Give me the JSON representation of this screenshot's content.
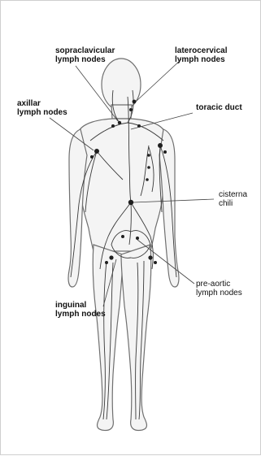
{
  "figure": {
    "subject": "human lymphatic system anatomy",
    "background_color": "#ffffff",
    "body_outline_color": "#6f6f6f",
    "vessel_color": "#3a3a3a",
    "node_color": "#1f1f1f",
    "leader_line_color": "#444444"
  },
  "labels": {
    "supraclavicular": {
      "line1": "sopraclavicular",
      "line2": "lymph nodes"
    },
    "laterocervical": {
      "line1": "laterocervical",
      "line2": "lymph nodes"
    },
    "axillar": {
      "line1": "axillar",
      "line2": "lymph nodes"
    },
    "thoracic_duct": {
      "line1": "toracic duct"
    },
    "cisterna_chili": {
      "line1": "cisterna",
      "line2": "chili"
    },
    "inguinal": {
      "line1": "inguinal",
      "line2": "lymph nodes"
    },
    "pre_aortic": {
      "line1": "pre-aortic",
      "line2": "lymph nodes"
    }
  }
}
